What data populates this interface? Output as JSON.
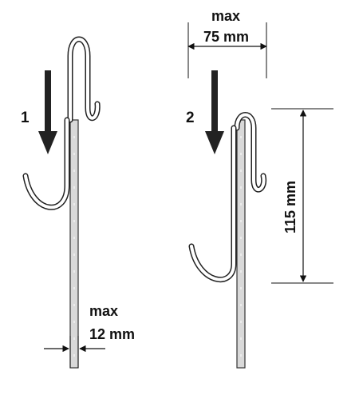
{
  "steps": {
    "step1": "1",
    "step2": "2"
  },
  "dimensions": {
    "top_width_max": "max",
    "top_width_value": "75 mm",
    "height_value": "115 mm",
    "bottom_thickness_max": "max",
    "bottom_thickness_value": "12 mm"
  },
  "colors": {
    "line": "#111111",
    "post_fill": "#d9d9d9",
    "hook_outline": "#222222",
    "background": "#ffffff"
  }
}
